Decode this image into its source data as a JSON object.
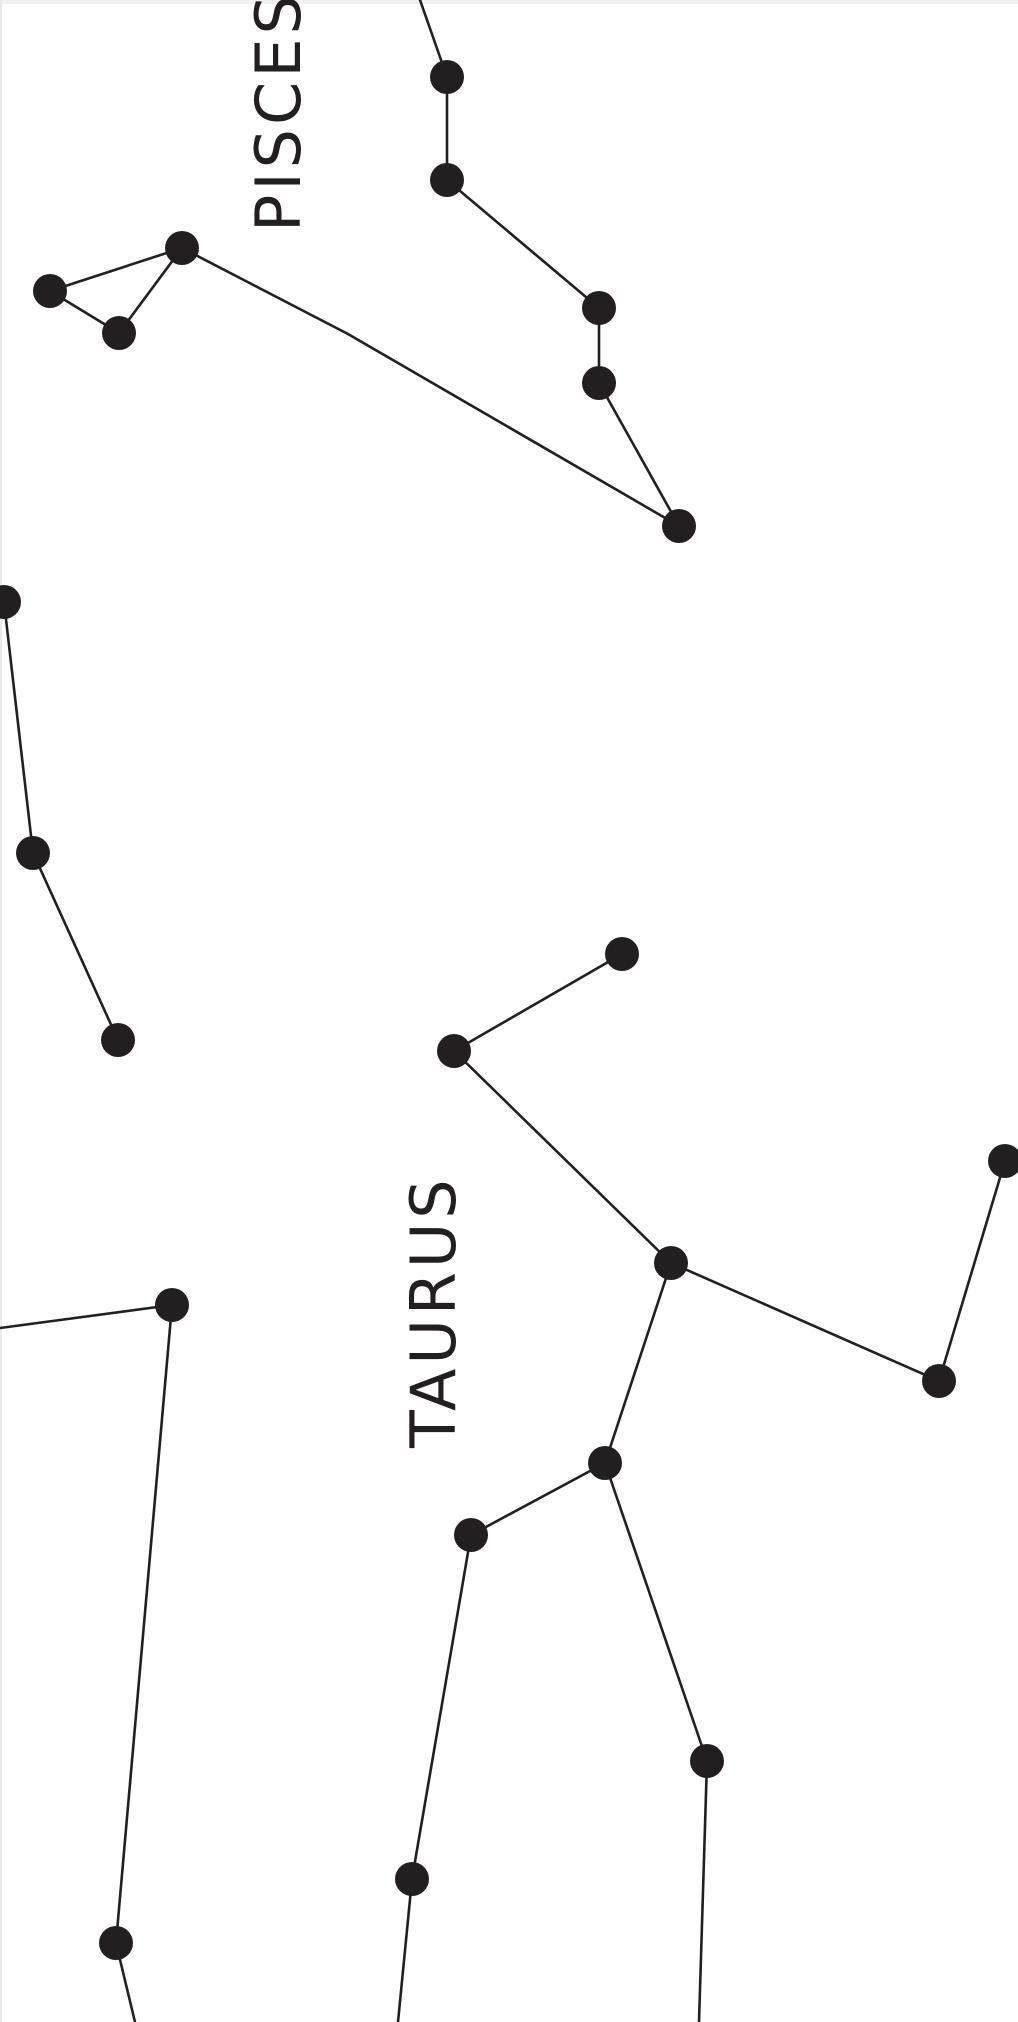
{
  "constellations": [
    {
      "id": "pisces",
      "name": "PISCES"
    },
    {
      "id": "taurus",
      "name": "TAURUS"
    }
  ]
}
